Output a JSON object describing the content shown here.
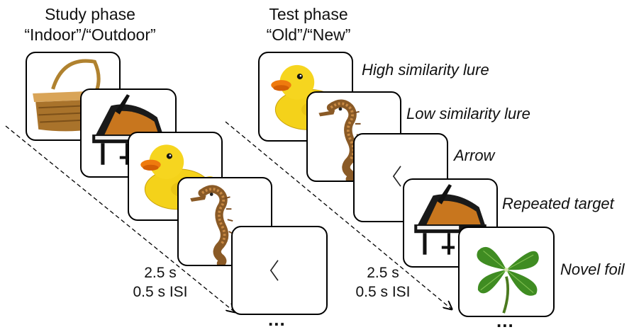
{
  "study": {
    "title": "Study phase",
    "response": "“Indoor”/“Outdoor”",
    "duration": "2.5 s",
    "isi": "0.5 s ISI",
    "ellipsis": "..."
  },
  "test": {
    "title": "Test phase",
    "response": "“Old”/“New”",
    "duration": "2.5 s",
    "isi": "0.5 s ISI",
    "ellipsis": "...",
    "labels": {
      "high": "High similarity lure",
      "low": "Low similarity lure",
      "arrow": "Arrow",
      "repeat": "Repeated target",
      "novel": "Novel foil"
    }
  },
  "icons": {
    "basket": "picnic-basket-icon",
    "piano": "grand-piano-icon",
    "duck": "rubber-duck-icon",
    "seahorse": "seahorse-icon",
    "arrow": "left-chevron-icon",
    "clover": "four-leaf-clover-icon"
  }
}
